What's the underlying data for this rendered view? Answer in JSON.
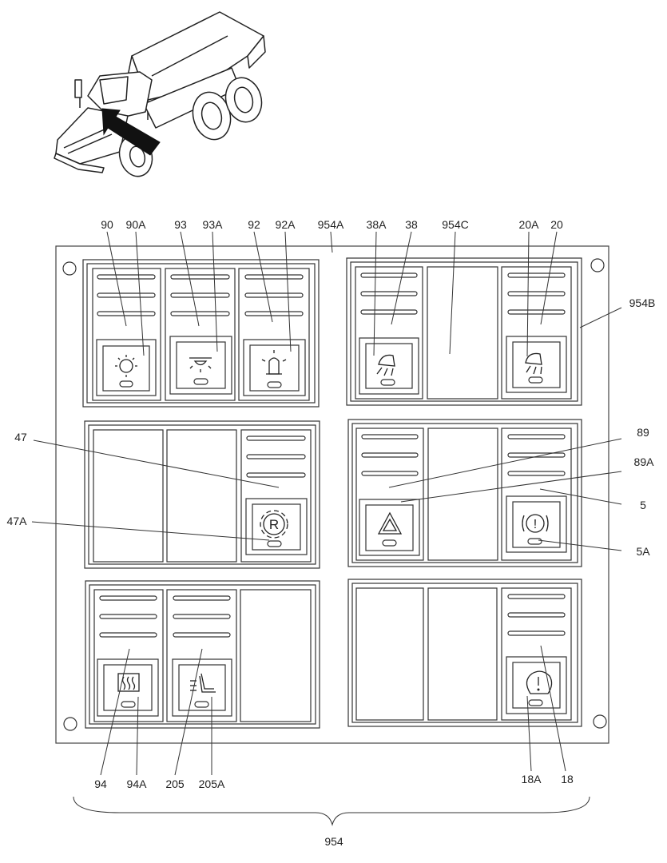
{
  "labels": {
    "l90": "90",
    "l90A": "90A",
    "l93": "93",
    "l93A": "93A",
    "l92": "92",
    "l92A": "92A",
    "l954A": "954A",
    "l38A": "38A",
    "l38": "38",
    "l954C": "954C",
    "l20A": "20A",
    "l20": "20",
    "l954B": "954B",
    "l47": "47",
    "l47A": "47A",
    "l89": "89",
    "l89A": "89A",
    "l5": "5",
    "l5A": "5A",
    "l94": "94",
    "l94A": "94A",
    "l205": "205",
    "l205A": "205A",
    "l18A": "18A",
    "l18": "18",
    "l954": "954"
  },
  "switch_glyphs": {
    "retarder": "R",
    "warning": "!"
  },
  "icons": [
    "work-light-icon",
    "interior-light-icon",
    "beacon-icon",
    "rear-work-light-icon",
    "front-work-light-icon",
    "retarder-icon",
    "hazard-triangle-icon",
    "warning-icon",
    "heated-mirror-icon",
    "heated-seat-icon",
    "brake-warning-icon",
    "dump-truck-icon"
  ]
}
